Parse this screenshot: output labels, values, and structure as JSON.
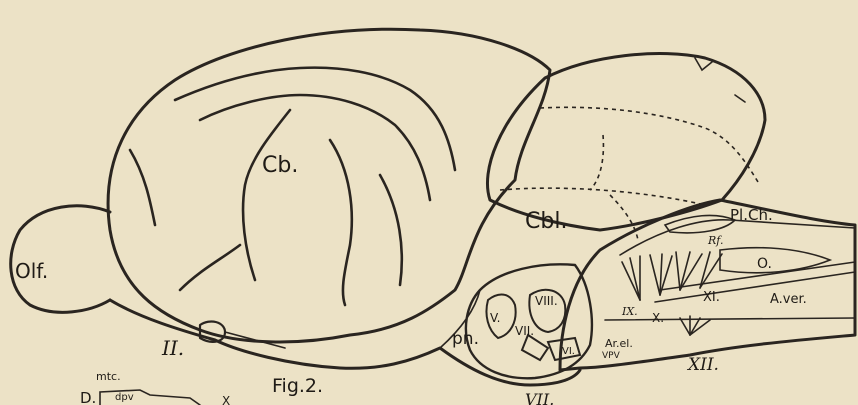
{
  "figure_caption": "Fig.2.",
  "labels": {
    "cerebrum": "Cb.",
    "cerebellum": "Cbl.",
    "olfactory": "Olf.",
    "plexus_choroideus": "Pl.Ch.",
    "rf": "Rf.",
    "o": "O.",
    "nerve_ii": "II.",
    "nerve_v": "V.",
    "nerve_vii": "VII.",
    "nerve_viii": "VIII.",
    "nerve_vi": "VI.",
    "nerve_ix": "IX.",
    "nerve_x": "X.",
    "nerve_xi": "XI.",
    "nerve_xii": "XII.",
    "pons": "pn.",
    "a_ver": "A.ver.",
    "ar_el": "Ar.el.",
    "vpv": "VPV",
    "bottom_d": "D.",
    "bottom_mtc": "mtc.",
    "bottom_dpv": "dpv",
    "bottom_x": "X",
    "bottom_vii": "VII."
  },
  "colors": {
    "paper": "#ece2c6",
    "ink": "#2a2520"
  }
}
